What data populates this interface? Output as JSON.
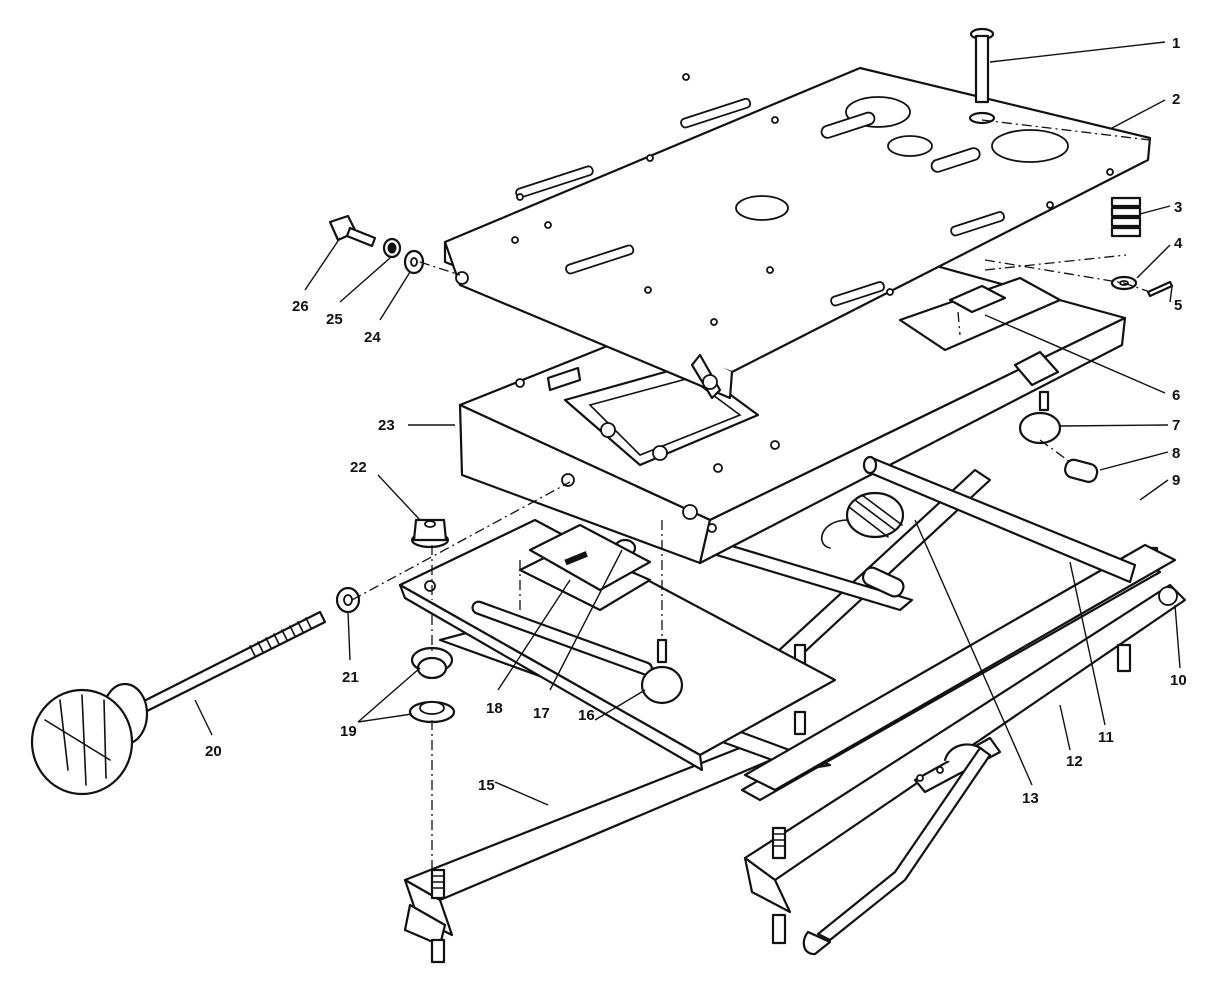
{
  "diagram": {
    "type": "exploded-parts-view",
    "line_color": "#111111",
    "background": "#ffffff",
    "callouts": [
      {
        "id": "c1",
        "label": "1"
      },
      {
        "id": "c2",
        "label": "2"
      },
      {
        "id": "c3",
        "label": "3"
      },
      {
        "id": "c4",
        "label": "4"
      },
      {
        "id": "c5",
        "label": "5"
      },
      {
        "id": "c6",
        "label": "6"
      },
      {
        "id": "c7",
        "label": "7"
      },
      {
        "id": "c8",
        "label": "8"
      },
      {
        "id": "c9",
        "label": "9"
      },
      {
        "id": "c10",
        "label": "10"
      },
      {
        "id": "c11",
        "label": "11"
      },
      {
        "id": "c12",
        "label": "12"
      },
      {
        "id": "c13",
        "label": "13"
      },
      {
        "id": "c15",
        "label": "15"
      },
      {
        "id": "c16",
        "label": "16"
      },
      {
        "id": "c17",
        "label": "17"
      },
      {
        "id": "c18",
        "label": "18"
      },
      {
        "id": "c19",
        "label": "19"
      },
      {
        "id": "c20",
        "label": "20"
      },
      {
        "id": "c21",
        "label": "21"
      },
      {
        "id": "c22",
        "label": "22"
      },
      {
        "id": "c23",
        "label": "23"
      },
      {
        "id": "c24",
        "label": "24"
      },
      {
        "id": "c25",
        "label": "25"
      },
      {
        "id": "c26",
        "label": "26"
      }
    ]
  }
}
